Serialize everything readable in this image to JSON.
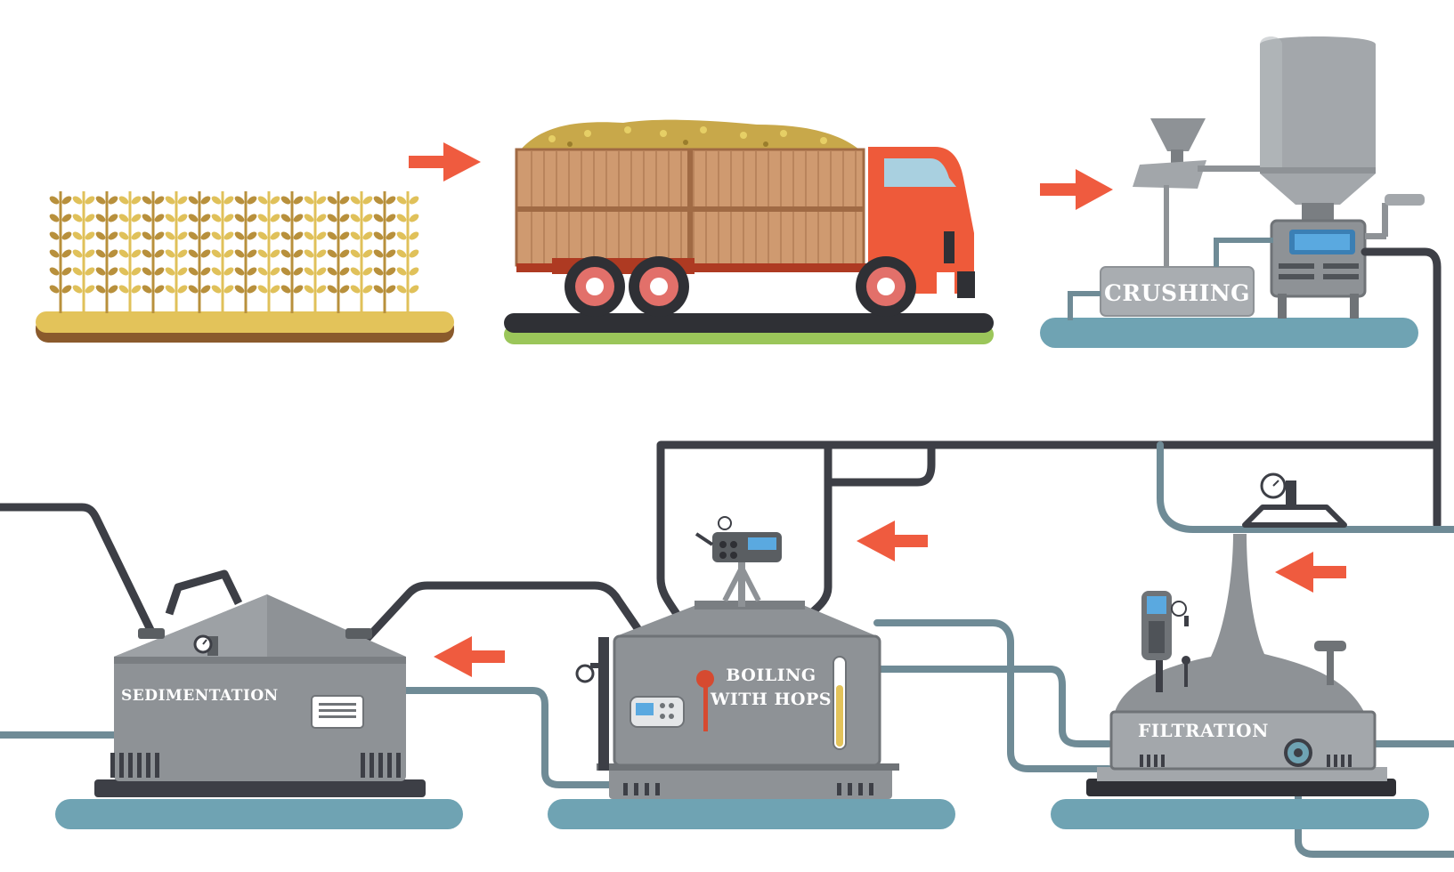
{
  "stages": {
    "crushing": {
      "label": "CRUSHING"
    },
    "sedimentation": {
      "label": "SEDIMENTATION"
    },
    "boiling": {
      "label_line1": "BOILING",
      "label_line2": "WITH HOPS"
    },
    "filtration": {
      "label": "FILTRATION"
    }
  },
  "colors": {
    "arrow": "#ef5b3f",
    "pipe_dark": "#3d3f46",
    "pipe_blue": "#6f8b96",
    "platform": "#6fa3b3",
    "tank": "#8e9296",
    "truck_cab": "#ee5a3a",
    "crate": "#cf9a70",
    "grain": "#c8a84a",
    "field_top": "#e3c35a",
    "field_soil": "#8a5a2c",
    "road": "#2f3035",
    "grass": "#9bc65a"
  },
  "icons": [
    "arrow-right-icon",
    "arrow-left-icon",
    "gauge-icon",
    "control-panel-icon",
    "thermometer-icon"
  ]
}
